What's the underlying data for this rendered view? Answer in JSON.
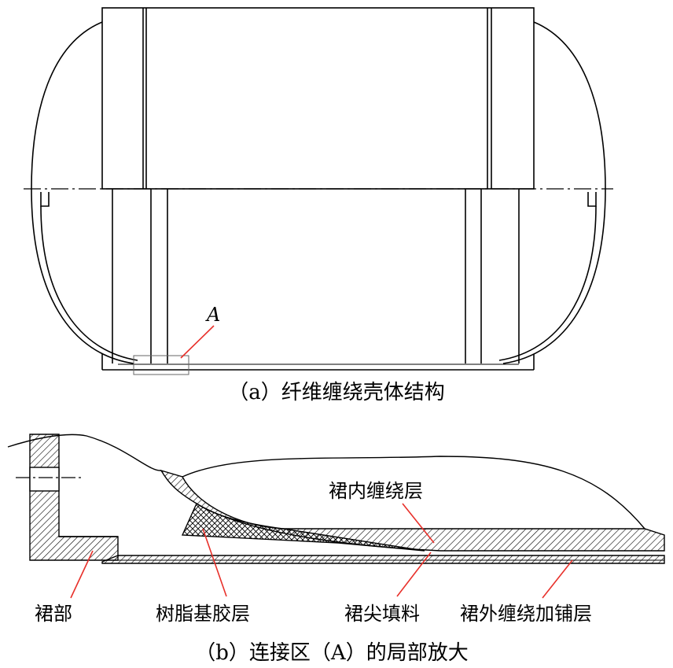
{
  "figure_a": {
    "caption": "（a）纤维缠绕壳体结构",
    "marker": "A"
  },
  "figure_b": {
    "caption": "（b）连接区（A）的局部放大",
    "labels": {
      "skirt": "裙部",
      "resin_layer": "树脂基胶层",
      "skirt_tip_filler": "裙尖填料",
      "skirt_outer_layer": "裙外缠绕加铺层",
      "skirt_inner_layer": "裙内缠绕层"
    }
  },
  "colors": {
    "line": "#000000",
    "leader": "#e8302a",
    "hatch": "#000000"
  }
}
